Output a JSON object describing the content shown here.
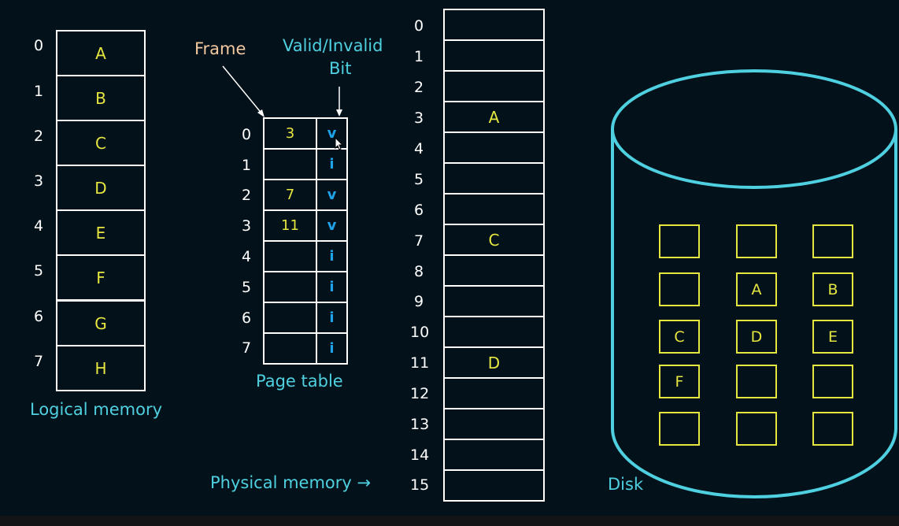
{
  "logical_memory": {
    "title": "Logical memory",
    "indices": [
      "0",
      "1",
      "2",
      "3",
      "4",
      "5",
      "6",
      "7"
    ],
    "pages": [
      "A",
      "B",
      "C",
      "D",
      "E",
      "F",
      "G",
      "H"
    ]
  },
  "page_table": {
    "title": "Page table",
    "frame_label": "Frame",
    "valid_label_line1": "Valid/Invalid",
    "valid_label_line2": "Bit",
    "indices": [
      "0",
      "1",
      "2",
      "3",
      "4",
      "5",
      "6",
      "7"
    ],
    "frames": [
      "3",
      "",
      "7",
      "11",
      "",
      "",
      "",
      ""
    ],
    "bits": [
      "v",
      "i",
      "v",
      "v",
      "i",
      "i",
      "i",
      "i"
    ]
  },
  "physical_memory": {
    "title": "Physical memory →",
    "indices": [
      "0",
      "1",
      "2",
      "3",
      "4",
      "5",
      "6",
      "7",
      "8",
      "9",
      "10",
      "11",
      "12",
      "13",
      "14",
      "15"
    ],
    "contents": [
      "",
      "",
      "",
      "A",
      "",
      "",
      "",
      "C",
      "",
      "",
      "",
      "D",
      "",
      "",
      "",
      ""
    ]
  },
  "disk": {
    "title": "Disk",
    "grid": [
      [
        "",
        "",
        ""
      ],
      [
        "",
        "A",
        "B"
      ],
      [
        "C",
        "D",
        "E"
      ],
      [
        "F",
        "",
        ""
      ],
      [
        "",
        "",
        ""
      ]
    ]
  },
  "colors": {
    "background": "#03121a",
    "page_letters": "#e6e640",
    "labels": "#4fd0e0",
    "bits": "#1ea2e8",
    "frame_label": "#f3c9a0"
  }
}
